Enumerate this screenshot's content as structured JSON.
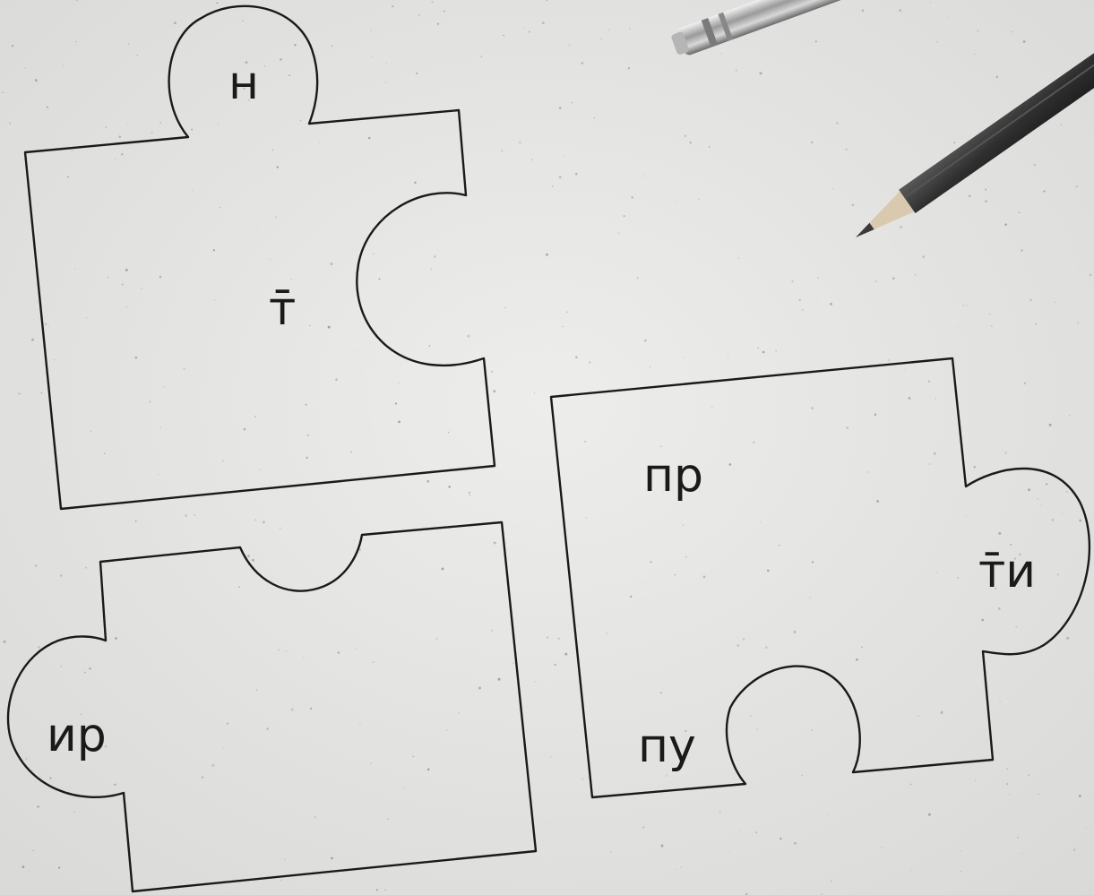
{
  "background": {
    "paper_color": "#e6e6e4",
    "speck_color": "#8a8a8a"
  },
  "pieces": {
    "top_left": {
      "tab_text": "н",
      "center_text": "т̄"
    },
    "bottom_left": {
      "tab_text": "ир"
    },
    "right": {
      "top_text": "пр",
      "tab_text": "т̄и",
      "bottom_text": "пу"
    }
  },
  "props": {
    "pen": {
      "icon": "pen-icon"
    },
    "pencil": {
      "icon": "pencil-icon"
    }
  }
}
